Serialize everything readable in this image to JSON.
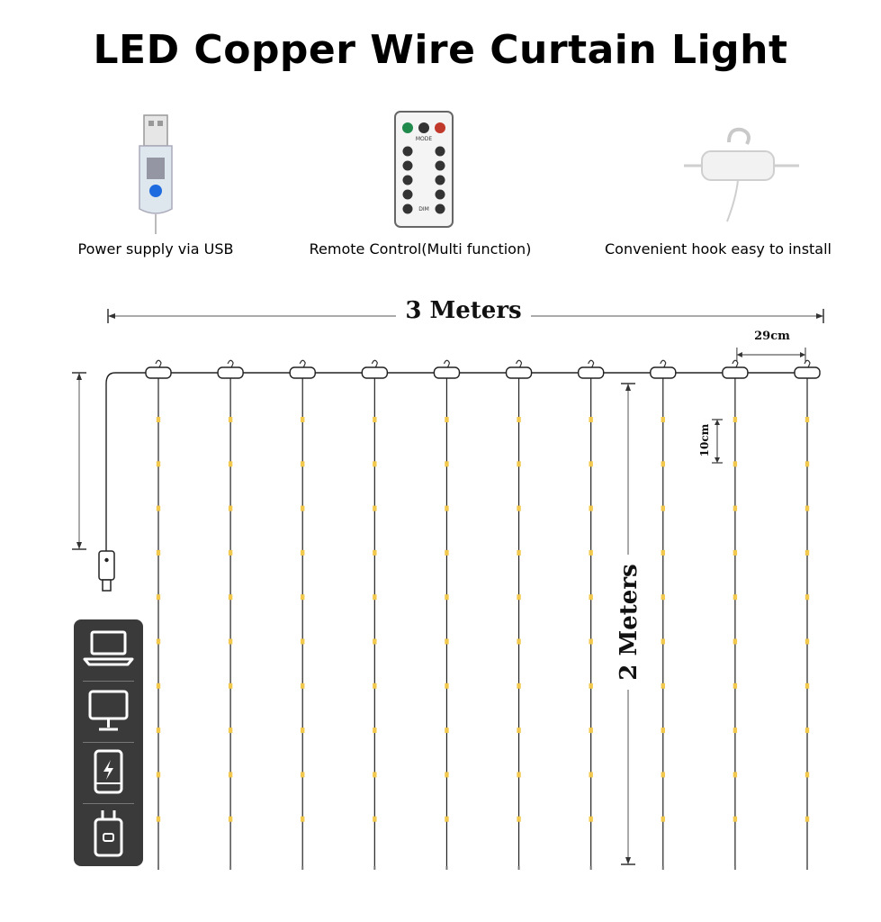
{
  "title": "LED Copper Wire Curtain Light",
  "features": [
    {
      "caption": "Power supply via USB",
      "icon": "usb-plug-icon"
    },
    {
      "caption": "Remote Control(Multi function)",
      "icon": "remote-control-icon"
    },
    {
      "caption": "Convenient hook easy to install",
      "icon": "hook-icon"
    }
  ],
  "remote": {
    "mode_label": "MODE",
    "dim_label": "DIM"
  },
  "dimensions": {
    "width_label": "3 Meters",
    "height_label": "2 Meters",
    "spacing_label": "29cm",
    "bead_spacing_label": "10cm"
  },
  "curtain": {
    "strands": 10,
    "beads_per_strand": 10
  },
  "colors": {
    "led": "#f2c94c",
    "wire": "#222222",
    "panel": "#3a3a3a",
    "remote_green": "#1f8a4c",
    "remote_red": "#c0392b",
    "usb_blue": "#1e6be0"
  },
  "power_sources": [
    "laptop-icon",
    "monitor-icon",
    "power-bank-icon",
    "wall-adapter-icon"
  ]
}
